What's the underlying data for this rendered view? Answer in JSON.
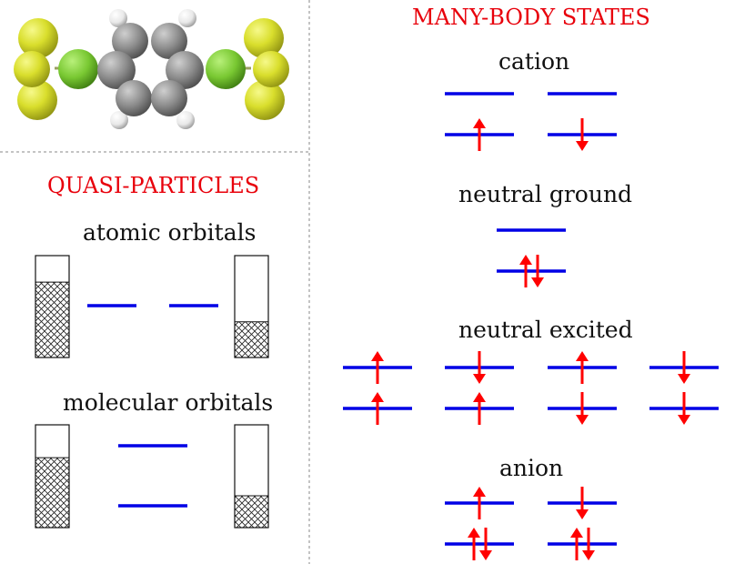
{
  "colors": {
    "heading": "#e8000b",
    "level": "#0000e6",
    "spin": "#ff0000",
    "divider": "#888888",
    "halogen_dark": "#b3b71c",
    "halogen_light": "#eef25a",
    "linker": "#79c832",
    "carbon": "#8c8c8c",
    "hydrogen": "#f2f2f2"
  },
  "left_panel": {
    "heading": "QUASI-PARTICLES",
    "sections": [
      {
        "label": "atomic orbitals",
        "left_fill": 0.74,
        "right_fill": 0.35
      },
      {
        "label": "molecular orbitals",
        "left_fill": 0.68,
        "right_fill": 0.31
      }
    ]
  },
  "right_panel": {
    "heading": "MANY-BODY STATES",
    "groups": [
      {
        "label": "cation",
        "configs": [
          {
            "upper": [],
            "lower": [
              "up"
            ]
          },
          {
            "upper": [],
            "lower": [
              "down"
            ]
          }
        ]
      },
      {
        "label": "neutral ground",
        "configs": [
          {
            "upper": [],
            "lower": [
              "up",
              "down"
            ]
          }
        ]
      },
      {
        "label": "neutral excited",
        "configs": [
          {
            "upper": [
              "up"
            ],
            "lower": [
              "up"
            ]
          },
          {
            "upper": [
              "down"
            ],
            "lower": [
              "up"
            ]
          },
          {
            "upper": [
              "up"
            ],
            "lower": [
              "down"
            ]
          },
          {
            "upper": [
              "down"
            ],
            "lower": [
              "down"
            ]
          }
        ]
      },
      {
        "label": "anion",
        "configs": [
          {
            "upper": [
              "up"
            ],
            "lower": [
              "up",
              "down"
            ]
          },
          {
            "upper": [
              "down"
            ],
            "lower": [
              "up",
              "down"
            ]
          }
        ]
      }
    ]
  }
}
